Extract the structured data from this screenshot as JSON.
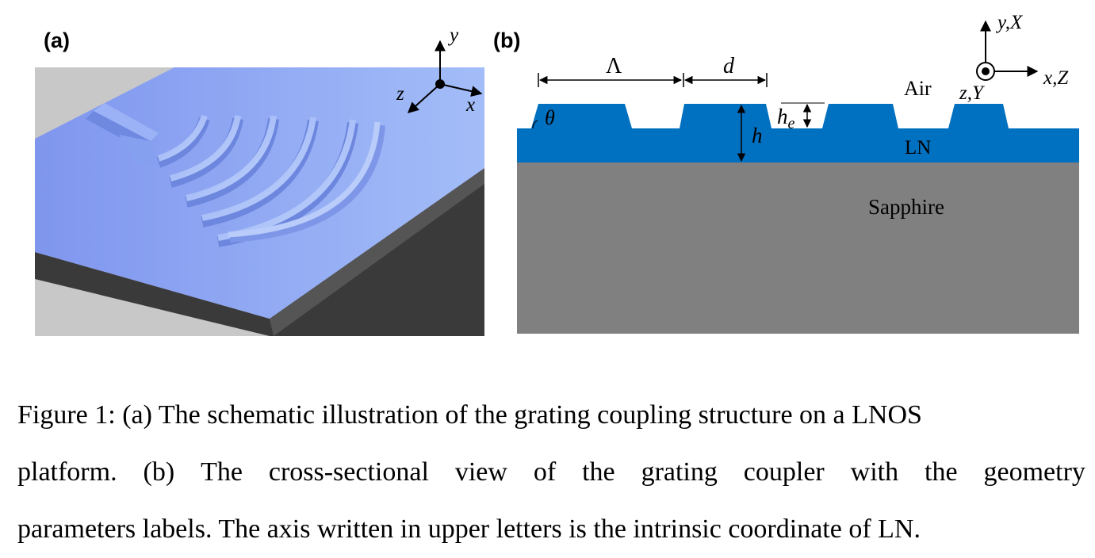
{
  "panel_a": {
    "label": "(a)",
    "axes": {
      "y": "y",
      "z": "z",
      "x": "x"
    }
  },
  "panel_b": {
    "label": "(b)",
    "axes": {
      "up": "y,X",
      "right": "x,Z",
      "out": "z,Y"
    },
    "labels": {
      "period": "Λ",
      "width": "d",
      "etch_depth": "h",
      "etch_depth_sub": "e",
      "thickness": "h",
      "angle": "θ",
      "air": "Air",
      "film": "LN",
      "substrate": "Sapphire"
    },
    "colors": {
      "ln": "#0070c0",
      "sapphire": "#808080",
      "background_a": "#c8c8c8",
      "slab_a": "#8aa6f5"
    }
  },
  "caption": {
    "line1": "Figure 1: (a) The schematic illustration of the grating coupling structure on a LNOS",
    "line2_words": [
      "platform.",
      "(b)",
      "The",
      "cross-sectional",
      "view",
      "of",
      "the",
      "grating",
      "coupler",
      "with",
      "the",
      "geometry"
    ],
    "line3": "parameters labels. The axis written in upper letters is the intrinsic coordinate of LN."
  }
}
